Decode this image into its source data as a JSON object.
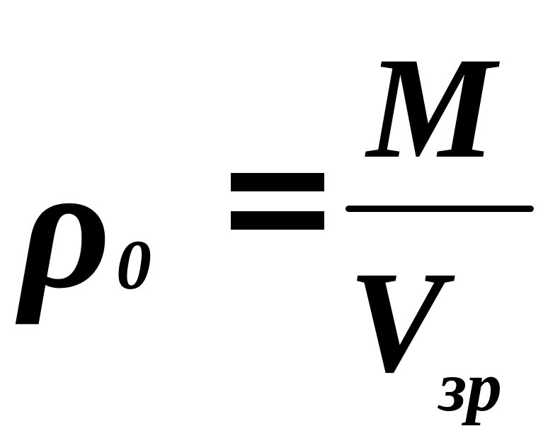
{
  "formula": {
    "lhs_symbol": "ρ",
    "lhs_subscript": "0",
    "relation": "=",
    "numerator": "M",
    "denominator": "V",
    "denominator_subscript": "зр"
  },
  "colors": {
    "ink": "#000000",
    "background": "#ffffff"
  }
}
